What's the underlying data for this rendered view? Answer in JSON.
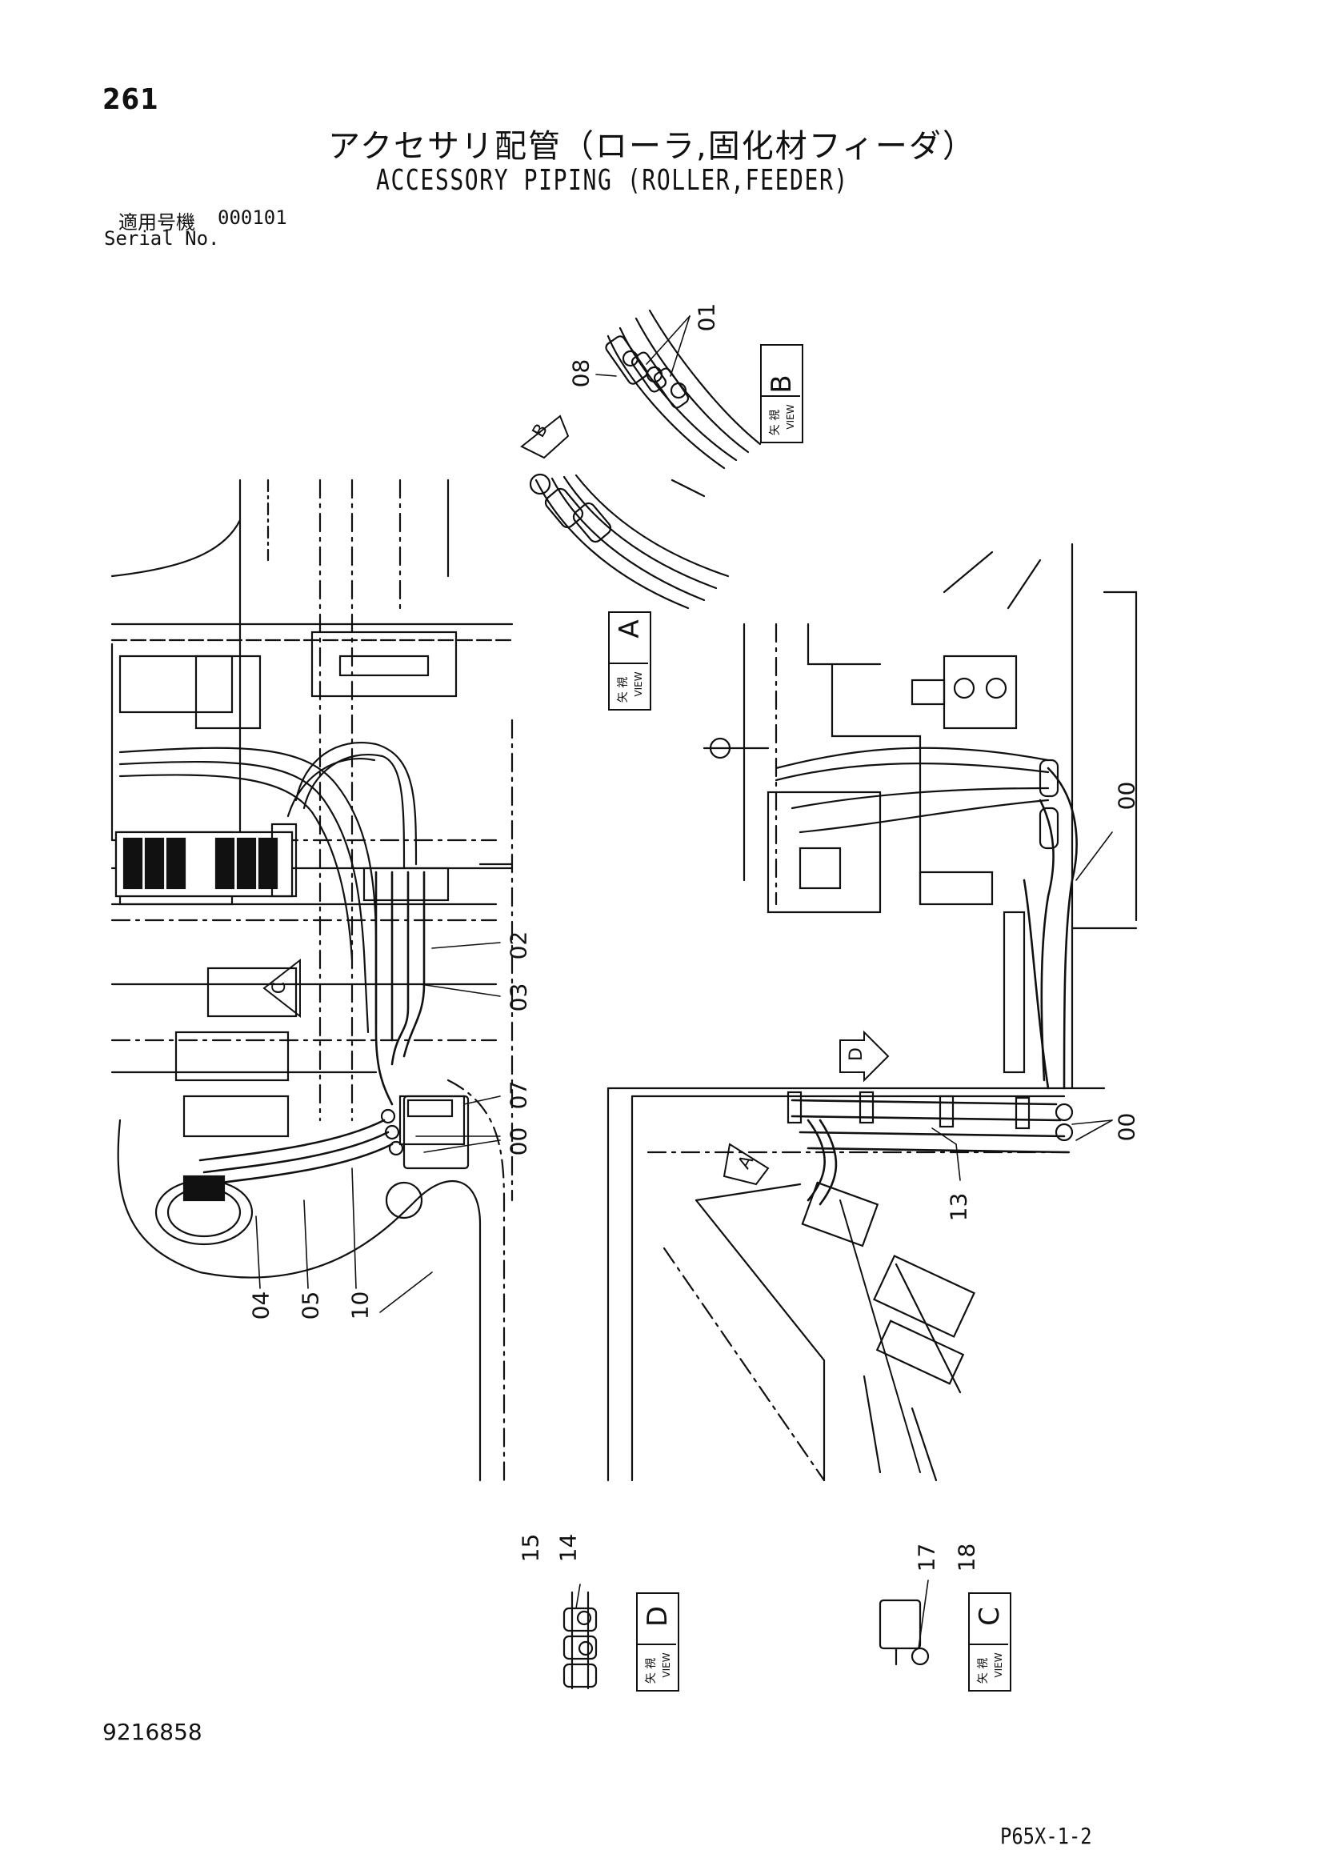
{
  "header": {
    "page_number": "261",
    "title_jp": "アクセサリ配管（ローラ,固化材フィーダ）",
    "title_en": "ACCESSORY PIPING (ROLLER,FEEDER)",
    "serial_label_jp": "適用号機",
    "serial_value": "000101",
    "serial_label_en": "Serial No."
  },
  "views": {
    "view_b": {
      "kanji": "矢 視",
      "word": "VIEW",
      "letter": "B"
    },
    "view_a": {
      "kanji": "矢 視",
      "word": "VIEW",
      "letter": "A"
    },
    "view_d": {
      "kanji": "矢 視",
      "word": "VIEW",
      "letter": "D"
    },
    "view_c": {
      "kanji": "矢 視",
      "word": "VIEW",
      "letter": "C"
    }
  },
  "arrows": {
    "b": "B",
    "a": "A",
    "c": "C",
    "d": "D"
  },
  "callouts": {
    "c01": "01",
    "c08": "08",
    "c02": "02",
    "c03": "03",
    "c07": "07",
    "c00a": "00",
    "c04": "04",
    "c05": "05",
    "c10": "10",
    "c00b": "00",
    "c00c": "00",
    "c13": "13",
    "c15": "15",
    "c14": "14",
    "c17": "17",
    "c18": "18"
  },
  "footer": {
    "doc_number": "9216858",
    "page_code": "P65X-1-2"
  }
}
